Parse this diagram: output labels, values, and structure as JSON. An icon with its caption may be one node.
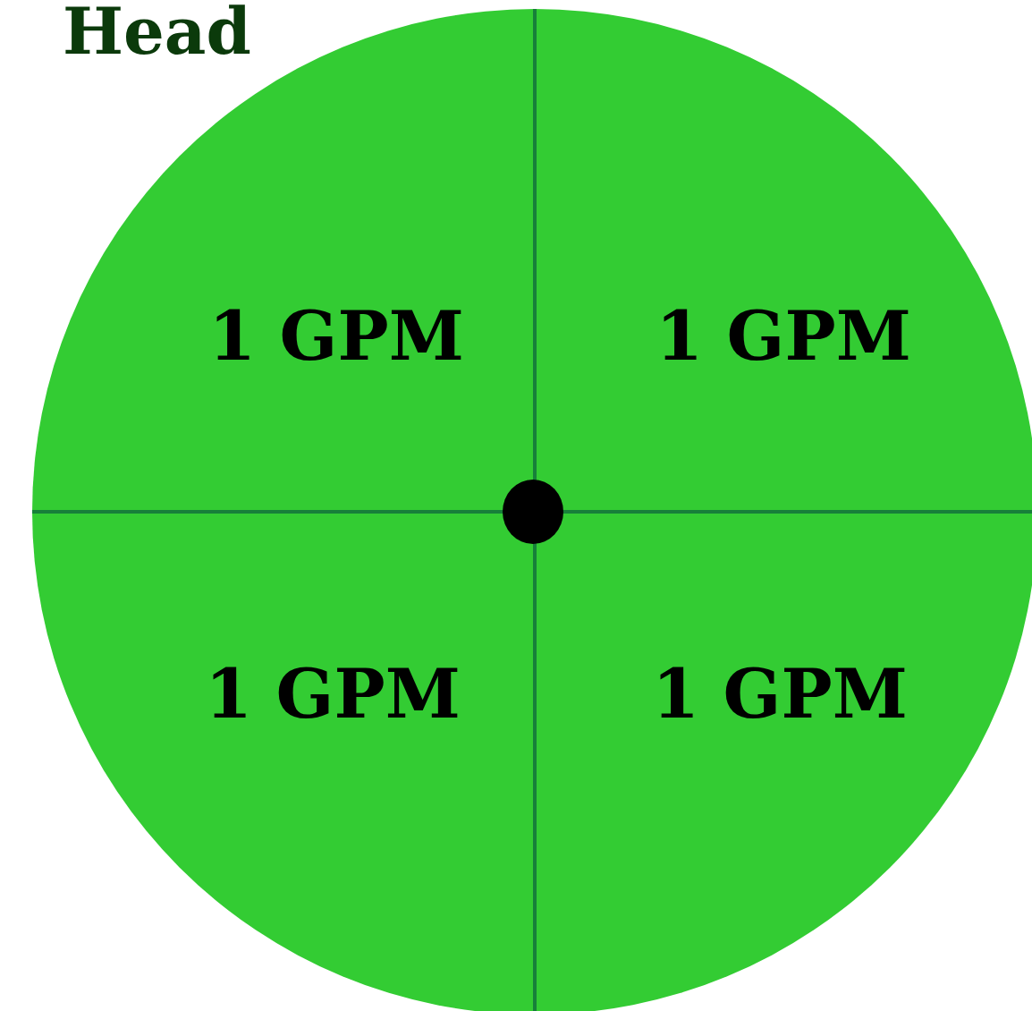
{
  "diagram": {
    "nodes": [
      {
        "text": [
          "Head"
        ]
      },
      {
        "text": [
          "1 GPM"
        ],
        "in": 0
      },
      {
        "text": [
          "1 GPM"
        ],
        "in": 0
      },
      {
        "text": [
          "1 GPM"
        ],
        "in": 0
      },
      {
        "text": [
          "1 GPM"
        ],
        "in": 0
      },
      {
        "text": [],
        "shape": "circle",
        "in": 0
      }
    ]
  }
}
